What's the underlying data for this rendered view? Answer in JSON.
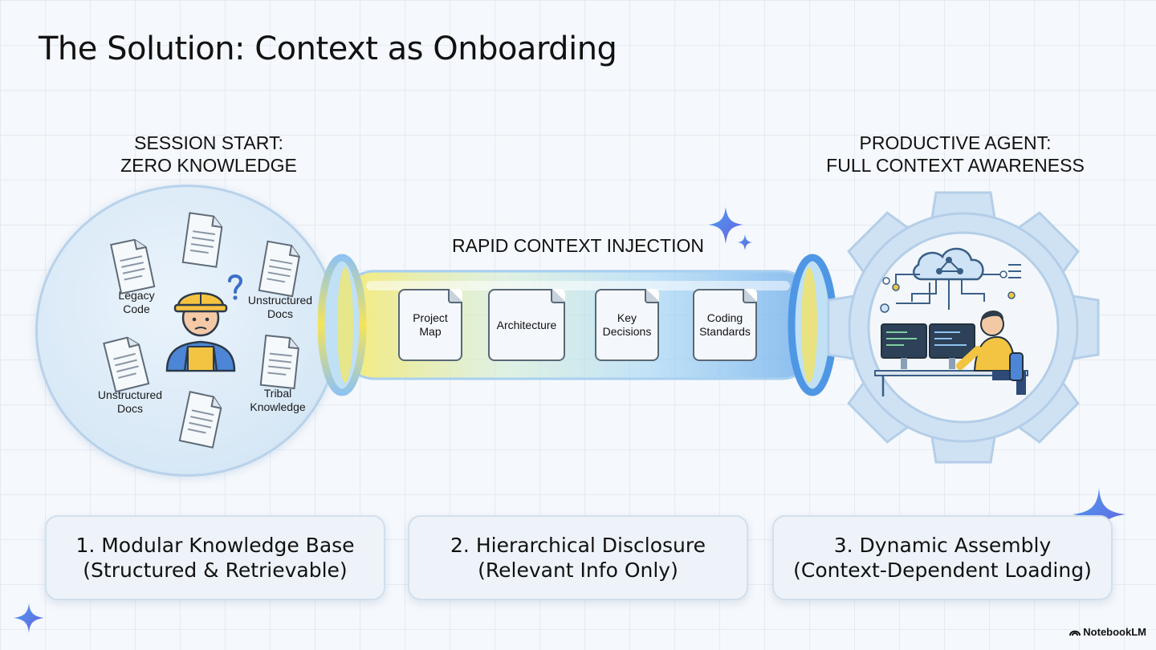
{
  "title": "The Solution: Context as Onboarding",
  "left_panel": {
    "heading_line1": "SESSION START:",
    "heading_line2": "ZERO KNOWLEDGE",
    "labels": {
      "legacy_code": "Legacy\nCode",
      "unstructured_docs_right": "Unstructured\nDocs",
      "unstructured_docs_left": "Unstructured\nDocs",
      "tribal_knowledge": "Tribal\nKnowledge"
    }
  },
  "center_panel": {
    "heading": "RAPID CONTEXT INJECTION",
    "cards": [
      "Project\nMap",
      "Architecture",
      "Key\nDecisions",
      "Coding\nStandards"
    ]
  },
  "right_panel": {
    "heading_line1": "PRODUCTIVE AGENT:",
    "heading_line2": "FULL CONTEXT AWARENESS"
  },
  "steps": [
    {
      "line1": "1. Modular Knowledge Base",
      "line2": "(Structured & Retrievable)"
    },
    {
      "line1": "2. Hierarchical Disclosure",
      "line2": "(Relevant Info Only)"
    },
    {
      "line1": "3. Dynamic Assembly",
      "line2": "(Context-Dependent Loading)"
    }
  ],
  "brand": "NotebookLM",
  "colors": {
    "accent_blue": "#4a8fe0",
    "accent_yellow": "#f6e35a",
    "sparkle": "#5b7fe8"
  }
}
